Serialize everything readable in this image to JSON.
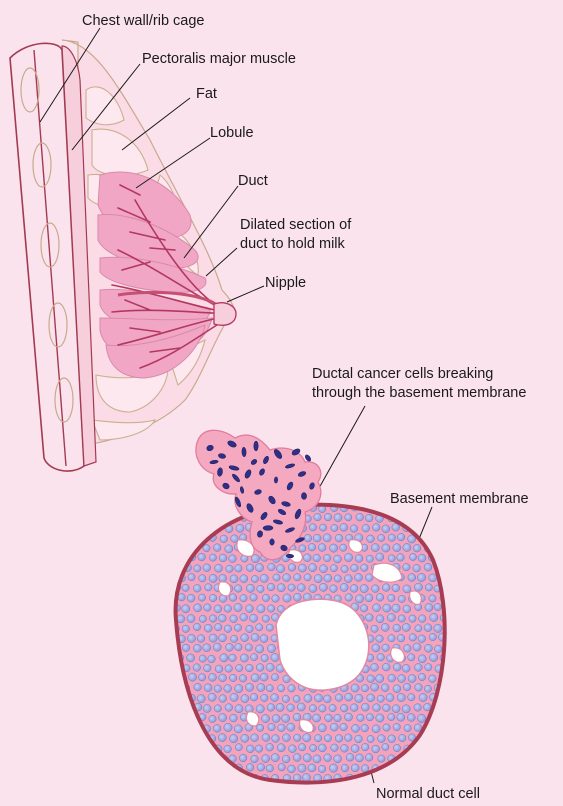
{
  "labels": {
    "chest_wall": "Chest wall/rib cage",
    "pectoralis": "Pectoralis major muscle",
    "fat": "Fat",
    "lobule": "Lobule",
    "duct": "Duct",
    "dilated_line1": "Dilated section of",
    "dilated_line2": "duct to hold milk",
    "nipple": "Nipple",
    "ductal_cancer_line1": "Ductal cancer cells breaking",
    "ductal_cancer_line2": "through the basement membrane",
    "basement_membrane": "Basement membrane",
    "normal_duct_cell": "Normal duct cell"
  },
  "colors": {
    "background": "#fbe3ee",
    "breast_tissue": "#fadbe6",
    "lobule_fill": "#f2a6c6",
    "duct_line": "#b4375f",
    "membrane": "#a83c52",
    "cell_fill": "#a9b3e6",
    "cancer_cell": "#2e2f86"
  }
}
